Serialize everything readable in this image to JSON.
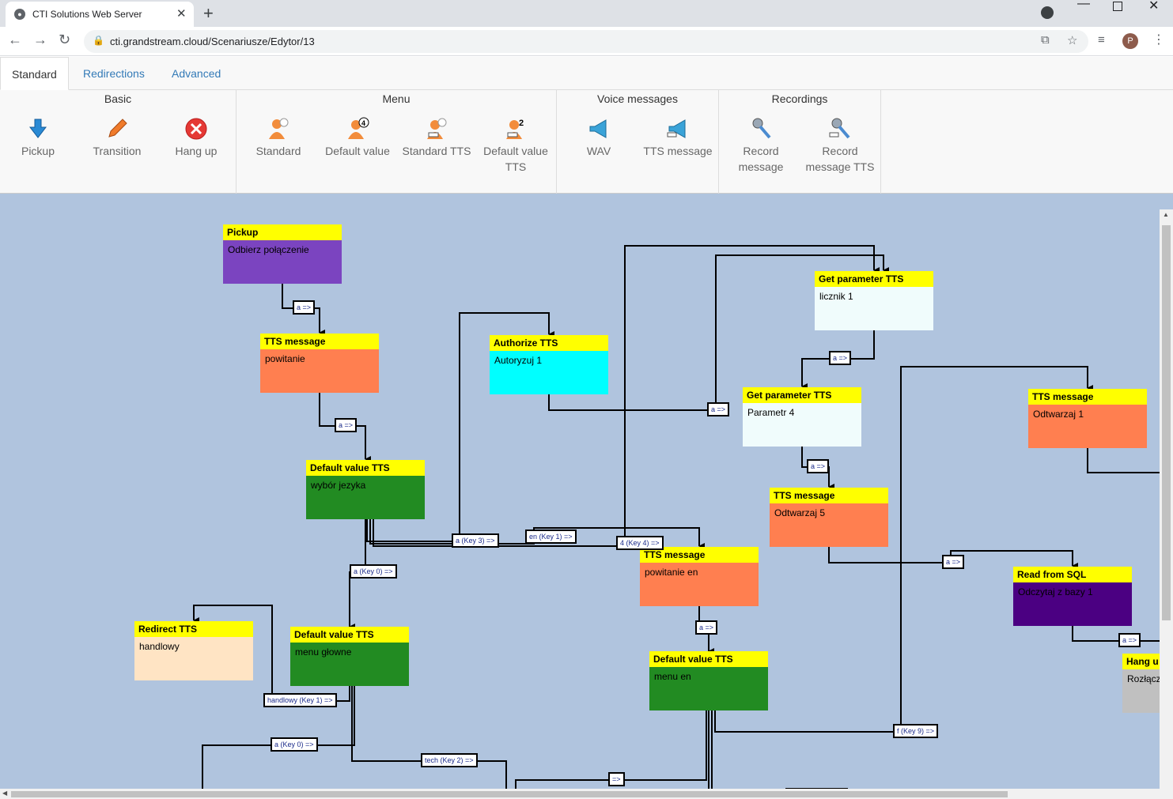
{
  "browser": {
    "tab_title": "CTI Solutions Web Server",
    "url": "cti.grandstream.cloud/Scenariusze/Edytor/13",
    "profile_initial": "P"
  },
  "ribbon_tabs": [
    {
      "label": "Standard"
    },
    {
      "label": "Redirections"
    },
    {
      "label": "Advanced"
    }
  ],
  "ribbon_groups": [
    {
      "title": "Basic",
      "buttons": [
        {
          "label": "Pickup",
          "icon": "pickup-arrow-icon"
        },
        {
          "label": "Transition",
          "icon": "pencil-icon"
        },
        {
          "label": "Hang up",
          "icon": "hangup-x-icon"
        }
      ]
    },
    {
      "title": "Menu",
      "buttons": [
        {
          "label": "Standard",
          "icon": "person-menu-icon"
        },
        {
          "label": "Default value",
          "icon": "person-default-4-icon"
        },
        {
          "label": "Standard TTS",
          "icon": "person-tts-icon"
        },
        {
          "label": "Default value TTS",
          "icon": "person-default-tts-2-icon"
        }
      ]
    },
    {
      "title": "Voice messages",
      "buttons": [
        {
          "label": "WAV",
          "icon": "megaphone-icon"
        },
        {
          "label": "TTS message",
          "icon": "megaphone-tts-icon"
        }
      ]
    },
    {
      "title": "Recordings",
      "buttons": [
        {
          "label": "Record message",
          "icon": "microphone-icon"
        },
        {
          "label": "Record message TTS",
          "icon": "microphone-tts-icon"
        }
      ]
    }
  ],
  "colors": {
    "canvas": "#b0c4de",
    "node_header": "#ffff00",
    "pickup": "#7b44c0",
    "tts_message": "#ff7f50",
    "authorize": "#00ffff",
    "get_parameter": "#f0fcfc",
    "default_value": "#228b22",
    "redirect": "#ffe4c4",
    "sql": "#4b0082",
    "hangup": "#c0c0c0"
  },
  "nodes": [
    {
      "title": "Pickup",
      "text": "Odbierz połączenie"
    },
    {
      "title": "TTS message",
      "text": "powitanie"
    },
    {
      "title": "Default value TTS",
      "text": "wybór jezyka"
    },
    {
      "title": "Authorize TTS",
      "text": "Autoryzuj  1"
    },
    {
      "title": "Get parameter TTS",
      "text": "licznik 1"
    },
    {
      "title": "Get parameter TTS",
      "text": "Parametr 4"
    },
    {
      "title": "TTS message",
      "text": "Odtwarzaj 5"
    },
    {
      "title": "TTS message",
      "text": "Odtwarzaj 1"
    },
    {
      "title": "TTS message",
      "text": "powitanie en"
    },
    {
      "title": "Read from SQL",
      "text": "Odczytaj z bazy  1"
    },
    {
      "title": "Redirect TTS",
      "text": "handlowy"
    },
    {
      "title": "Default value TTS",
      "text": "menu głowne"
    },
    {
      "title": "Default value TTS",
      "text": "menu en"
    },
    {
      "title": "Hang u",
      "text": "Rozłącz"
    }
  ],
  "edge_labels": [
    "a =>",
    "a =>",
    "a =>",
    "a =>",
    "a =>",
    "a =>",
    "a =>",
    "a =>",
    "a (Key 3) =>",
    "en (Key 1) =>",
    "4 (Key 4) =>",
    "a (Key 0) =>",
    "handlowy (Key 1) =>",
    "a (Key 0) =>",
    "tech (Key 2) =>",
    "=>",
    "f (Key 9) =>"
  ]
}
